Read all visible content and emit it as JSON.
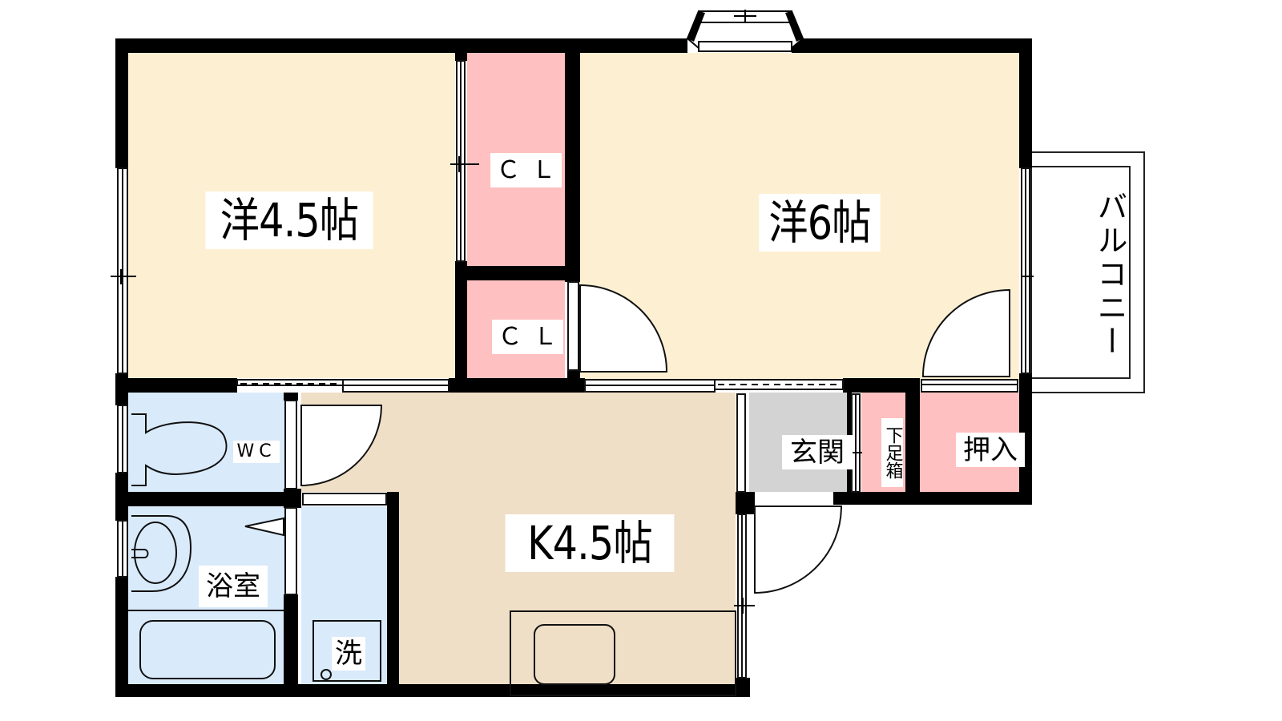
{
  "floorplan": {
    "colors": {
      "western_room": "#fdf0d2",
      "closet": "#fec0c0",
      "kitchen": "#efdfc6",
      "wet_area": "#d9eafb",
      "entrance": "#d3d3d3",
      "wall": "#000000",
      "background": "#ffffff"
    },
    "rooms": {
      "western_room_1": {
        "label": "洋4.5帖"
      },
      "western_room_2": {
        "label": "洋6帖"
      },
      "closet_1": {
        "label": "ＣＬ"
      },
      "closet_2": {
        "label": "ＣＬ"
      },
      "kitchen": {
        "label": "K4.5帖"
      },
      "toilet": {
        "label": "WC"
      },
      "bathroom": {
        "label": "浴室"
      },
      "laundry": {
        "label": "洗"
      },
      "entrance": {
        "label": "玄関"
      },
      "shoe_cabinet": {
        "label": "下足箱"
      },
      "storage": {
        "label": "押入"
      },
      "balcony": {
        "label": "バルコニー"
      }
    }
  }
}
